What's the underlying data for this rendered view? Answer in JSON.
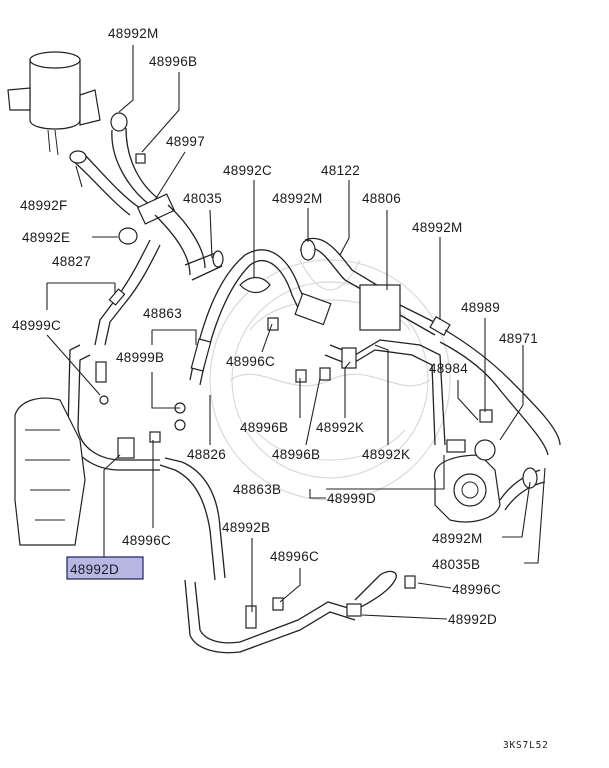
{
  "diagram": {
    "labels": {
      "p48992M_top": "48992M",
      "p48996B_top": "48996B",
      "p48997": "48997",
      "p48992F": "48992F",
      "p48992E": "48992E",
      "p48035": "48035",
      "p48992C": "48992C",
      "p48122": "48122",
      "p48992M_mid": "48992M",
      "p48806": "48806",
      "p48992M_right": "48992M",
      "p48827": "48827",
      "p48999C": "48999C",
      "p48863": "48863",
      "p48999B": "48999B",
      "p48996C_mid": "48996C",
      "p48989": "48989",
      "p48971": "48971",
      "p48984": "48984",
      "p48996B_a": "48996B",
      "p48992K_a": "48992K",
      "p48996B_b": "48996B",
      "p48826": "48826",
      "p48992K_b": "48992K",
      "p48863B": "48863B",
      "p48999D": "48999D",
      "p48996C_low": "48996C",
      "p48992B": "48992B",
      "p48996C_low2": "48996C",
      "p48992M_low": "48992M",
      "p48035B": "48035B",
      "p48996C_right": "48996C",
      "p48992D_right": "48992D",
      "p48992D_highlight": "48992D"
    },
    "diagram_code": "3KS7L52",
    "highlight_color": "#b7b8e2"
  }
}
